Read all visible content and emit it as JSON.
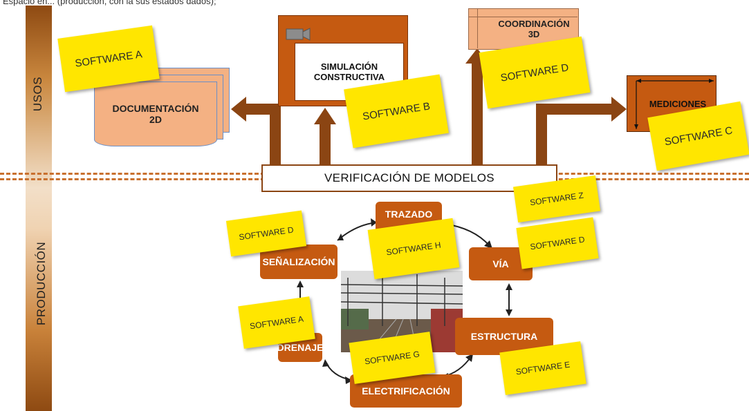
{
  "caption": "Espacio en... (producción, con la sus estados dados);",
  "side_labels": {
    "top": "USOS",
    "bottom": "PRODUCCIÓN"
  },
  "usos": {
    "documentacion": "DOCUMENTACIÓN 2D",
    "simulacion": "SIMULACIÓN CONSTRUCTIVA",
    "coordinacion": "COORDINACIÓN 3D",
    "mediciones": "MEDICIONES"
  },
  "verification": "VERIFICACIÓN DE MODELOS",
  "production": {
    "trazado": "TRAZADO",
    "via": "VÍA",
    "estructura": "ESTRUCTURA",
    "electrificacion": "ELECTRIFICACIÓN",
    "drenaje": "DRENAJE",
    "senalizacion": "SEÑALIZACIÓN"
  },
  "notes": {
    "usos_a": "SOFTWARE A",
    "usos_b": "SOFTWARE B",
    "usos_d": "SOFTWARE D",
    "usos_c": "SOFTWARE C",
    "z": "SOFTWARE Z",
    "prod_d_left": "SOFTWARE D",
    "prod_h": "SOFTWARE H",
    "prod_d_right": "SOFTWARE D",
    "prod_a": "SOFTWARE A",
    "prod_g": "SOFTWARE G",
    "prod_e": "SOFTWARE E"
  },
  "colors": {
    "brown": "#8b4513",
    "orange": "#c55a11",
    "salmon": "#f4b183",
    "sticky": "#ffe600"
  },
  "icons": [
    "video-camera-icon",
    "railway-photo"
  ]
}
